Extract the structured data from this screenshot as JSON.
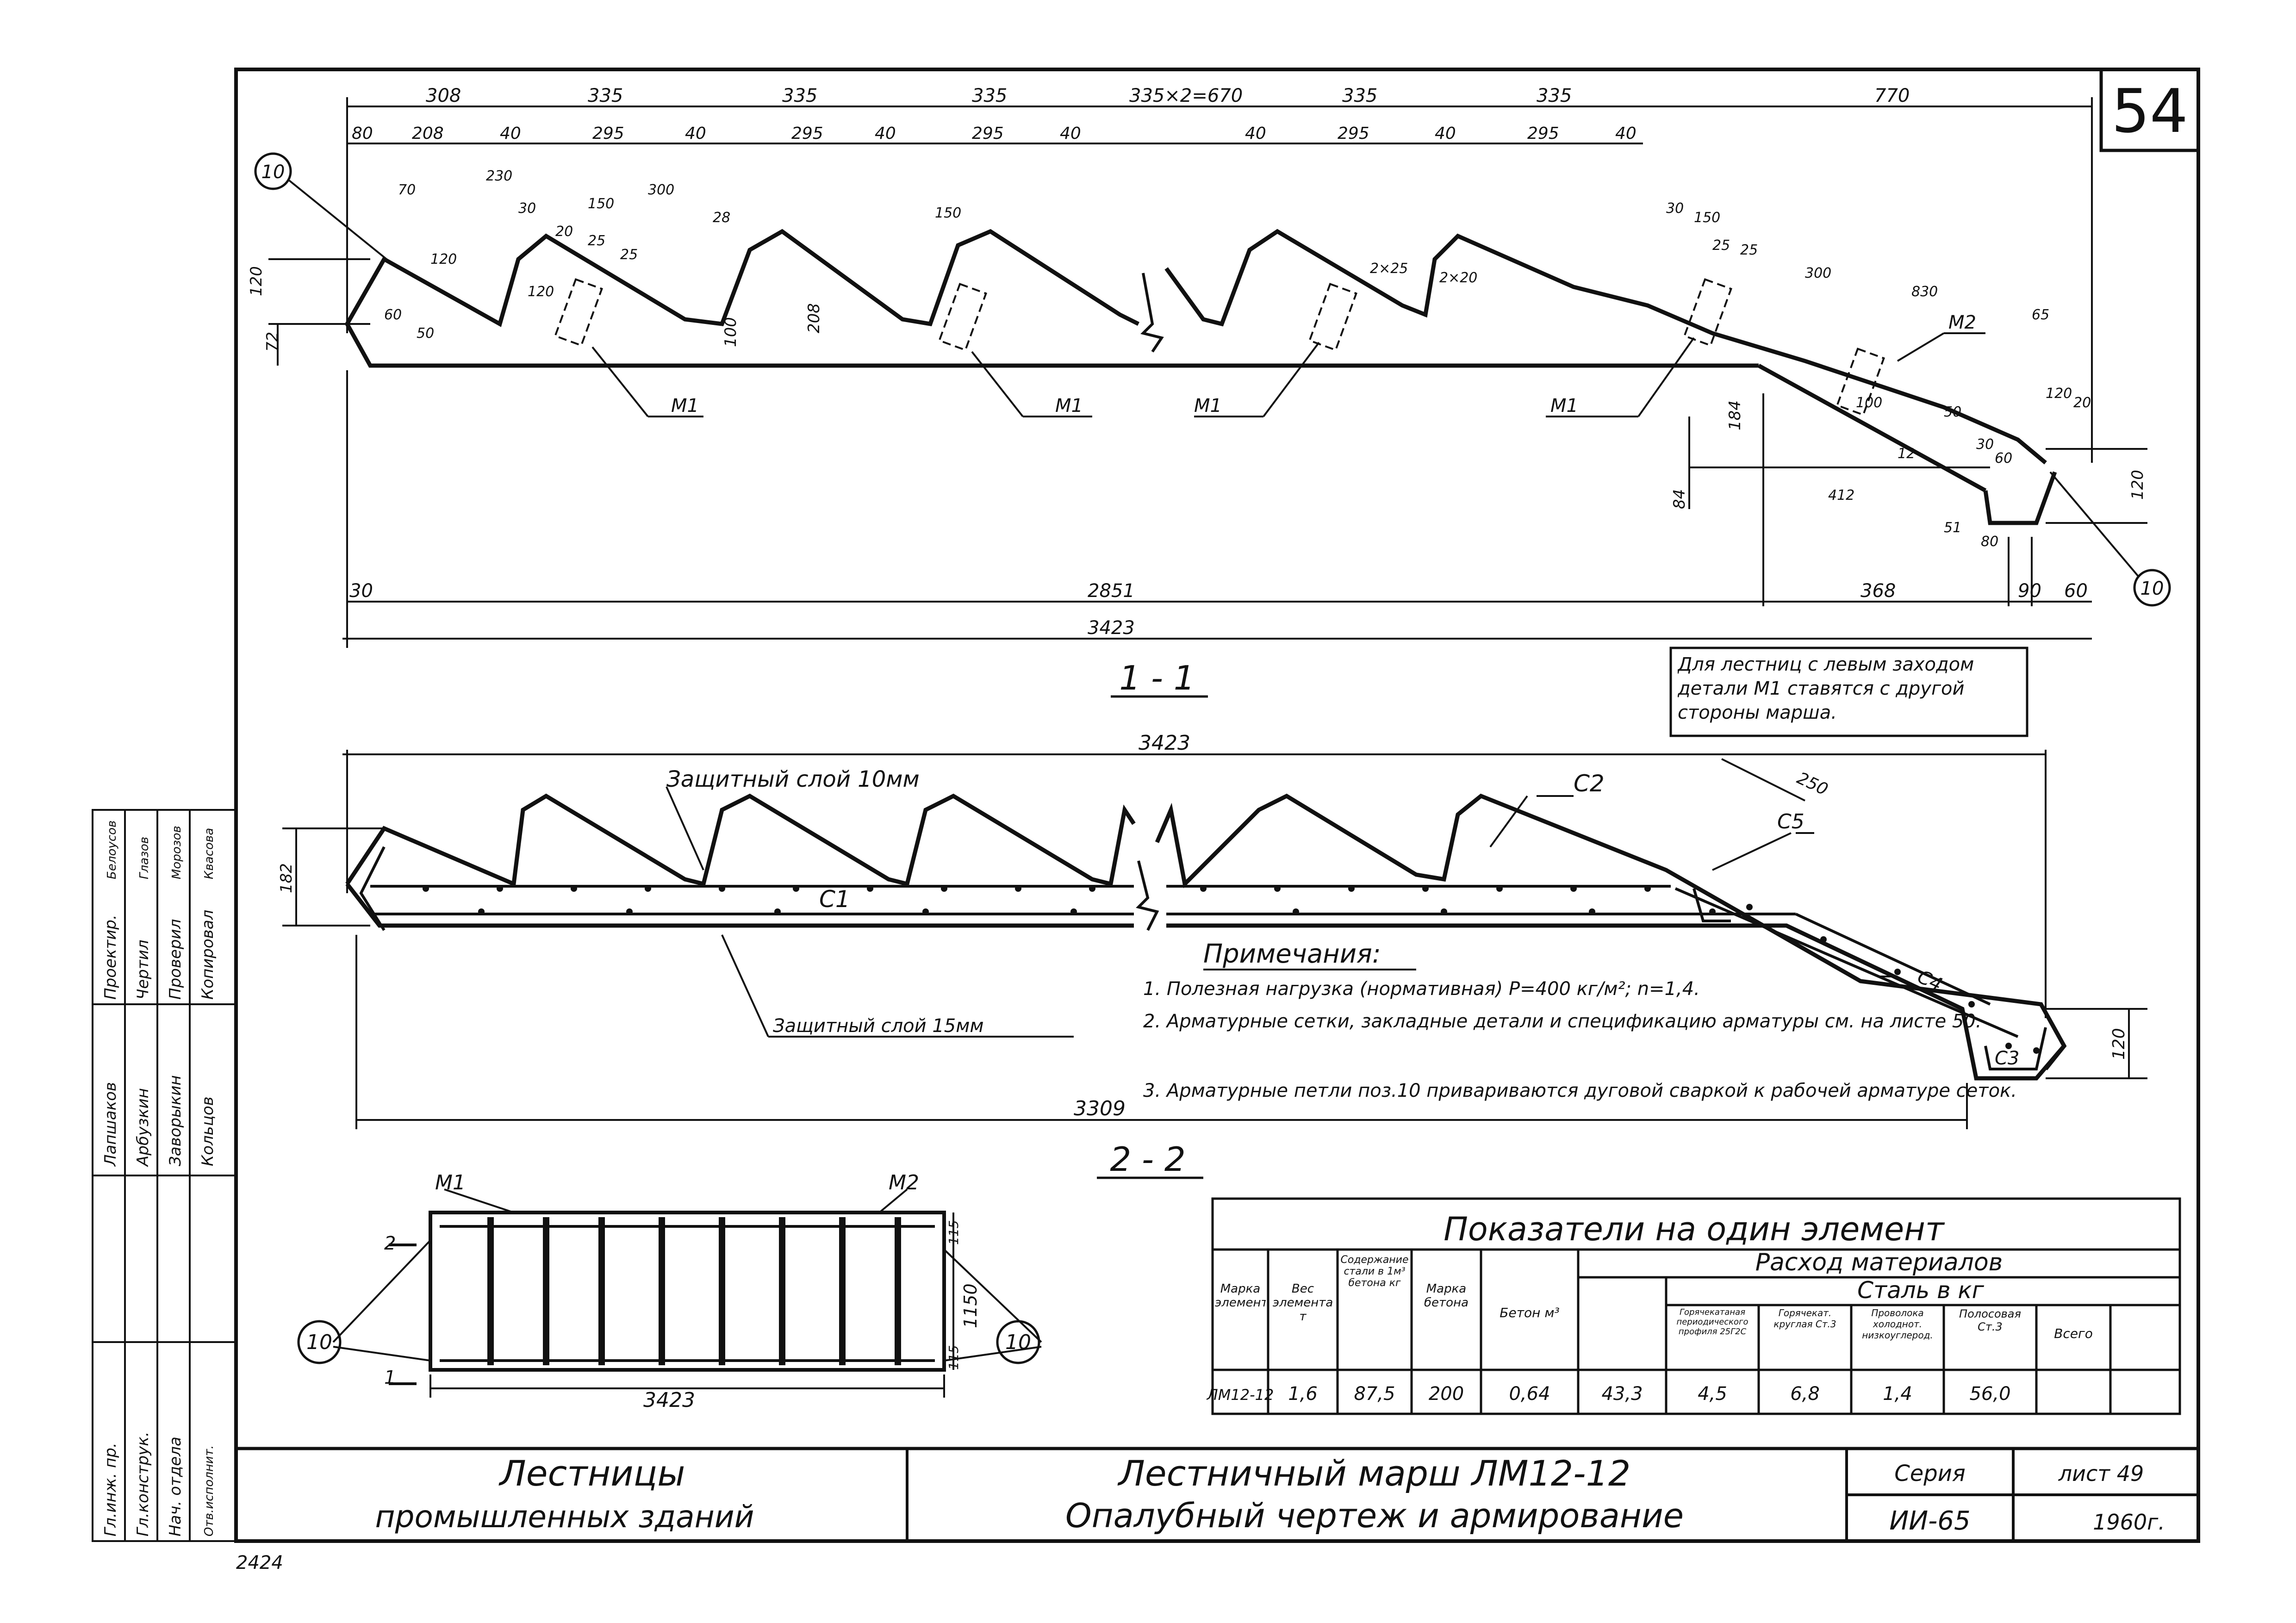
{
  "sheet_number": "54",
  "dims_top_row1": [
    "308",
    "335",
    "335",
    "335",
    "335×2=670",
    "335",
    "335",
    "770"
  ],
  "dims_top_row2": [
    "80",
    "208",
    "40",
    "295",
    "40",
    "295",
    "40",
    "295",
    "40",
    "40",
    "295",
    "40",
    "295",
    "40"
  ],
  "dims_step": [
    "70",
    "230",
    "150",
    "300",
    "30",
    "20",
    "25",
    "25",
    "120",
    "120",
    "60",
    "50",
    "28",
    "150",
    "2×25",
    "2×20",
    "30",
    "150",
    "25",
    "25",
    "300",
    "830",
    "65",
    "120",
    "20",
    "100",
    "50",
    "12",
    "30",
    "60",
    "412",
    "51",
    "80"
  ],
  "dims_left": [
    "120",
    "72",
    "208",
    "100",
    "184",
    "84",
    "120"
  ],
  "dims_bottom": [
    "30",
    "2851",
    "368",
    "90",
    "60",
    "3423"
  ],
  "marks_section": [
    "M1",
    "M1",
    "M1",
    "M1",
    "M2"
  ],
  "callout_10": "10",
  "section_1_title": "1 - 1",
  "note_left_loading": "Для лестниц с левым заходом детали М1 ставятся с другой стороны марша.",
  "section2": {
    "dim_total": "3423",
    "dim_inner": "3309",
    "dim_182": "182",
    "dim_250": "250",
    "dim_120": "120",
    "label_protect_10": "Защитный слой 10мм",
    "label_protect_15": "Защитный слой 15мм",
    "labels_nets": [
      "C1",
      "C2",
      "C3",
      "C4",
      "C5"
    ],
    "title": "2 - 2"
  },
  "notes": {
    "title": "Примечания:",
    "items": [
      "1. Полезная нагрузка (нормативная) P=400 кг/м²; n=1,4.",
      "2. Арматурные сетки, закладные детали и спецификацию арматуры см. на листе 50.",
      "3. Арматурные петли поз.10 привариваются дуговой сваркой к рабочей арматуре сеток."
    ]
  },
  "plan": {
    "marks": [
      "M1",
      "M2"
    ],
    "cut_labels": [
      "2",
      "1"
    ],
    "dim_length": "3423",
    "dim_width": "1150",
    "dim_115": "115"
  },
  "table": {
    "title": "Показатели на один элемент",
    "group_materials": "Расход материалов",
    "group_steel": "Сталь в кг",
    "headers": [
      "Марка элемента",
      "Вес элемента т",
      "Содержание стали в 1м³ бетона кг",
      "Марка бетона",
      "Бетон м³",
      "Горячекатаная периодического профиля 25Г2С",
      "Горячекат. круглая Ст.3",
      "Проволока холоднот. низкоуглерод.",
      "Полосовая Ст.3",
      "Всего"
    ],
    "row": [
      "ЛМ12-12",
      "1,6",
      "87,5",
      "200",
      "0,64",
      "43,3",
      "4,5",
      "6,8",
      "1,4",
      "56,0"
    ]
  },
  "title_block": {
    "left_line1": "Лестницы",
    "left_line2": "промышленных зданий",
    "center_line1": "Лестничный марш ЛМ12-12",
    "center_line2": "Опалубный чертеж и армирование",
    "series_label": "Серия",
    "series_value": "ИИ-65",
    "sheet_label": "лист 49",
    "year": "1960г."
  },
  "side_stamp": {
    "roles": [
      "Гл.инж. пр.",
      "Гл.конструк.",
      "Нач. отдела",
      "Отв.исполнит."
    ],
    "names": [
      "Лапшаков",
      "Арбузкин",
      "Заворыкин",
      "Кольцов"
    ],
    "roles2": [
      "Проектир.",
      "Чертил",
      "Проверил",
      "Копировал"
    ],
    "names2": [
      "Белоусов",
      "Глазов",
      "Морозов",
      "Квасова"
    ]
  },
  "archive_number": "2424"
}
